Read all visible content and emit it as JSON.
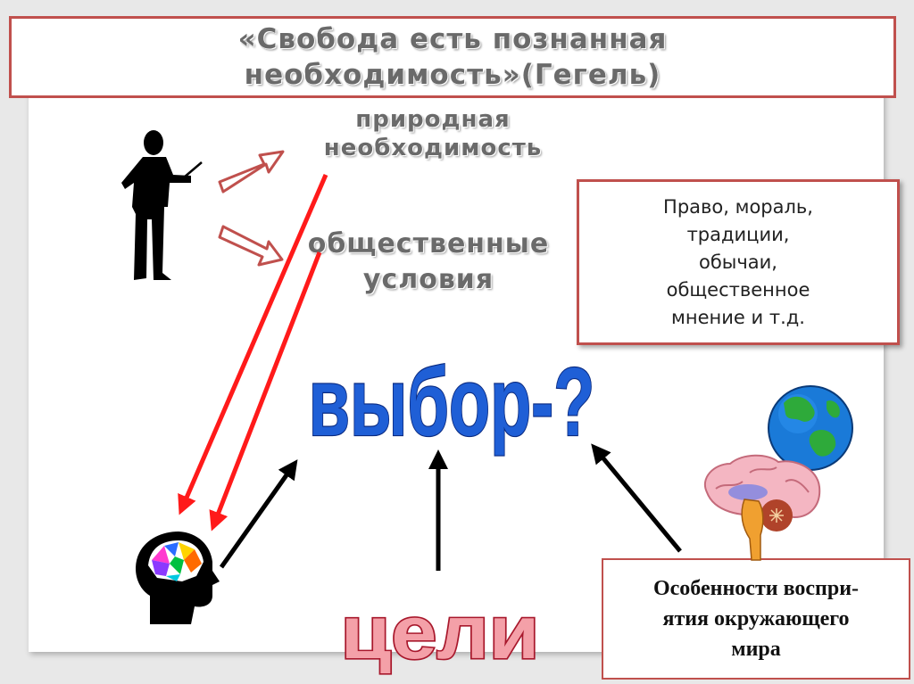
{
  "title": "«Свобода есть познанная\nнеобходимость»(Гегель)",
  "labels": {
    "natural_necessity": "природная\nнеобходимость",
    "social_conditions": "общественные\nусловия",
    "choice": "выбор-?",
    "goals": "цели"
  },
  "right_box": "Право, мораль,\nтрадиции,\nобычаи,\nобщественное\nмнение и т.д.",
  "bottom_box": "Особенности воспри-\nятия окружающего\nмира",
  "colors": {
    "frame_red": "#c0504d",
    "arrow_red": "#ff1a1a",
    "choice_blue": "#1f5fd6",
    "goals_pink": "#e86a7a",
    "title_grey": "#6a6a6a"
  },
  "icons": [
    "teacher-silhouette-icon",
    "colorful-head-icon",
    "globe-icon",
    "brain-icon"
  ]
}
